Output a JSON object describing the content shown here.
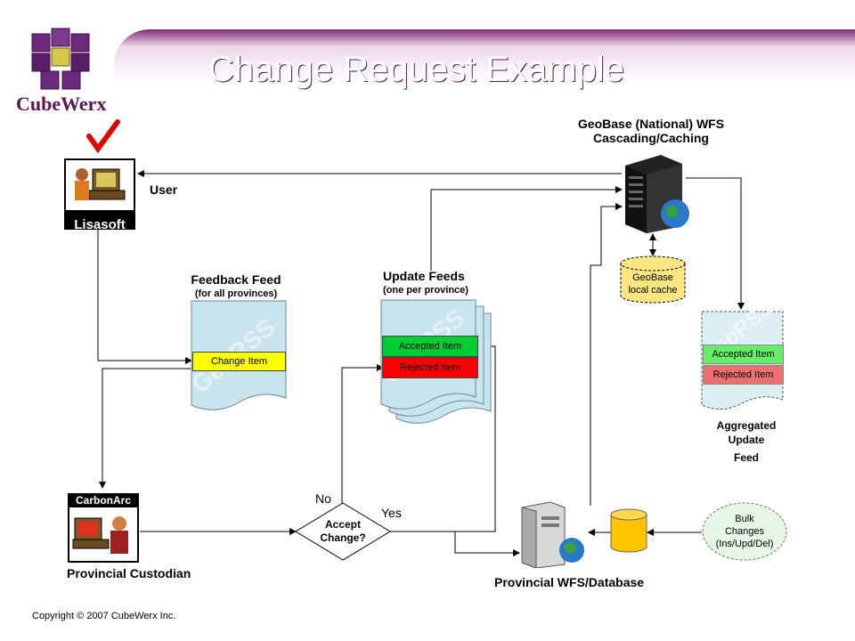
{
  "header": {
    "title": "Change Request Example",
    "logo": "CubeWerx"
  },
  "nodes": {
    "user": {
      "label": "User",
      "badge": "Lisasoft",
      "icon": "user-at-computer-icon"
    },
    "geobase": {
      "line1": "GeoBase (National) WFS",
      "line2": "Cascading/Caching",
      "cache_line1": "GeoBase",
      "cache_line2": "local cache"
    },
    "feedback_feed": {
      "title": "Feedback Feed",
      "subtitle": "(for all provinces)",
      "item": "Change Item",
      "watermark": "GeoRSS"
    },
    "update_feeds": {
      "title": "Update Feeds",
      "subtitle": "(one per province)",
      "accepted": "Accepted Item",
      "rejected": "Rejected Item",
      "watermark": "GeoRSS"
    },
    "aggregated": {
      "line1": "Aggregated",
      "line2": "Update",
      "line3": "Feed",
      "accepted": "Accepted Item",
      "rejected": "Rejected Item",
      "watermark": "GeoRSS"
    },
    "custodian": {
      "badge": "CarbonArc",
      "label": "Provincial Custodian"
    },
    "decision": {
      "line1": "Accept",
      "line2": "Change?",
      "no": "No",
      "yes": "Yes"
    },
    "provincial_db": {
      "label": "Provincial WFS/Database"
    },
    "bulk": {
      "line1": "Bulk",
      "line2": "Changes",
      "line3": "(Ins/Upd/Del)"
    }
  },
  "footer": {
    "copyright": "Copyright © 2007 CubeWerx Inc."
  },
  "colors": {
    "accepted": "#00cc33",
    "rejected": "#ff0000",
    "change": "#ffff00",
    "feed_bg": "#c8e4ec",
    "brand": "#5a1650"
  }
}
